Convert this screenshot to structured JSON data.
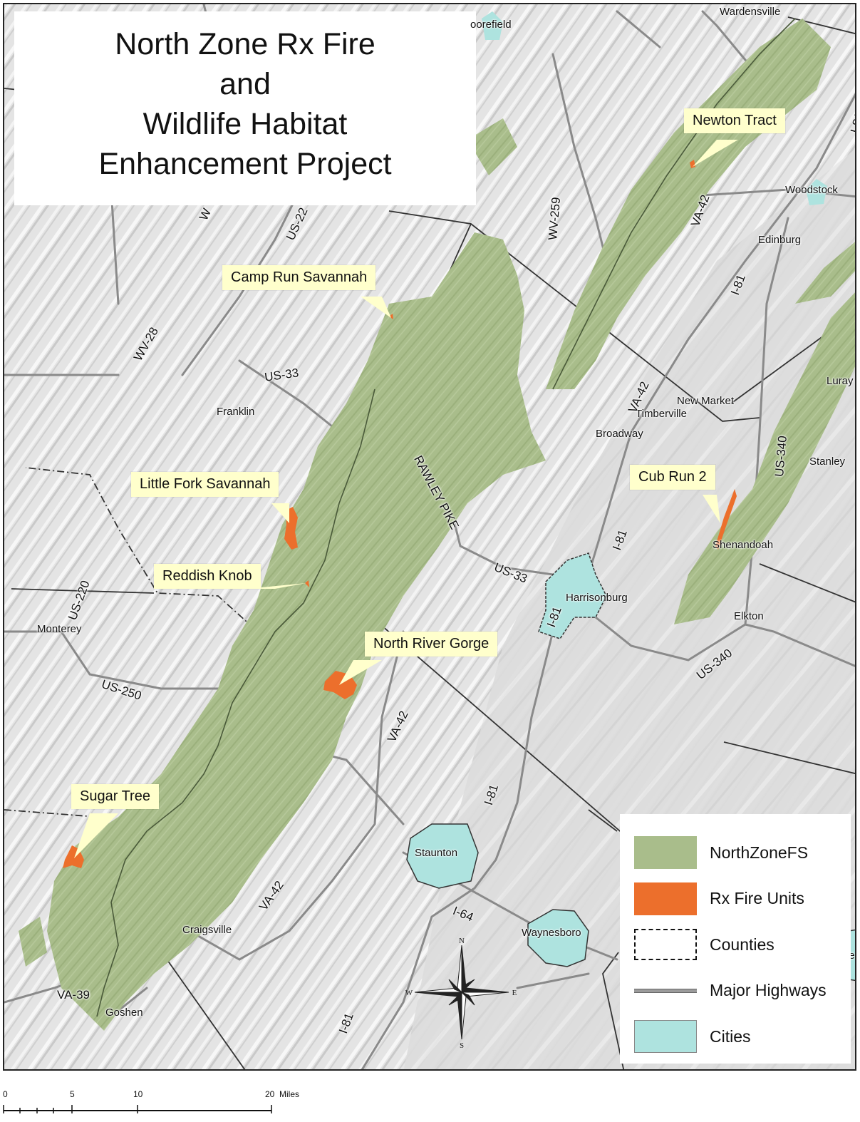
{
  "title": {
    "lines": [
      "North Zone Rx Fire",
      "and",
      "Wildlife Habitat",
      "Enhancement Project"
    ]
  },
  "callouts": {
    "newton_tract": "Newton Tract",
    "camp_run_savannah": "Camp Run Savannah",
    "little_fork_savannah": "Little Fork Savannah",
    "reddish_knob": "Reddish Knob",
    "north_river_gorge": "North River Gorge",
    "sugar_tree": "Sugar Tree",
    "cub_run_2": "Cub Run 2"
  },
  "places": {
    "wardensville": "Wardensville",
    "moorefield": "oorefield",
    "woodstock": "Woodstock",
    "edinburg": "Edinburg",
    "luray": "Luray",
    "new_market": "New Market",
    "timberville": "Timberville",
    "broadway": "Broadway",
    "stanley": "Stanley",
    "franklin": "Franklin",
    "shenandoah": "Shenandoah",
    "harrisonburg": "Harrisonburg",
    "elkton": "Elkton",
    "monterey": "Monterey",
    "staunton": "Staunton",
    "waynesboro": "Waynesboro",
    "craigsville": "Craigsville",
    "goshen": "Goshen",
    "edge_letter": "le"
  },
  "routes": {
    "i81_ne": "I-81",
    "wv259": "WV-259",
    "va42_n": "VA-42",
    "i81_mid": "I-81",
    "us22": "US-22",
    "w_partial": "W",
    "wv28": "WV-28",
    "us33_w": "US-33",
    "va42_mid": "VA-42",
    "us340_n": "US-340",
    "rawley_pike": "RAWLEY PIKE",
    "us33_e": "US-33",
    "i81_harrisonburg": "I-81",
    "us220": "US-220",
    "us340_s": "US-340",
    "us250": "US-250",
    "va42_s": "VA-42",
    "i81_south": "I-81",
    "va42_sw": "VA-42",
    "i64": "I-64",
    "va39": "VA-39",
    "i81_bottom": "I-81"
  },
  "legend": {
    "items": [
      {
        "label": "NorthZoneFS",
        "color": "#a9bd8b"
      },
      {
        "label": "Rx Fire Units",
        "color": "#ec6f2c"
      },
      {
        "label": "Counties",
        "color": "#ffffff"
      },
      {
        "label": "Major Highways",
        "color": "#9b9b9b"
      },
      {
        "label": "Cities",
        "color": "#aee3df"
      }
    ]
  },
  "compass": {
    "n": "N",
    "s": "S",
    "e": "E",
    "w": "W"
  },
  "scale": {
    "labels": [
      "0",
      "5",
      "10",
      "20"
    ],
    "unit": "Miles"
  },
  "colors": {
    "forest": "#a9bd8b",
    "forest_dark": "#8fa56f",
    "fire": "#ec6f2c",
    "city": "#aee3df",
    "highway": "#8a8a8a",
    "county": "#333333",
    "callout_bg": "#ffffcc",
    "terrain": "#e2e2e2"
  }
}
